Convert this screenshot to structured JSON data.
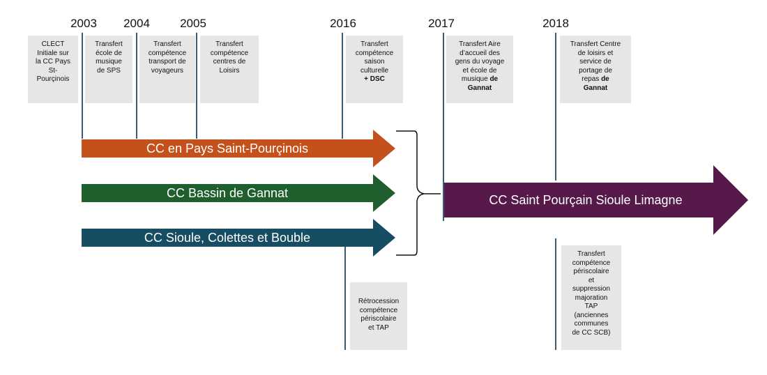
{
  "years": [
    {
      "id": "2003",
      "label": "2003"
    },
    {
      "id": "2004",
      "label": "2004"
    },
    {
      "id": "2005",
      "label": "2005"
    },
    {
      "id": "2016",
      "label": "2016"
    },
    {
      "id": "2017",
      "label": "2017"
    },
    {
      "id": "2018",
      "label": "2018"
    }
  ],
  "events": {
    "e2003": {
      "lines": [
        {
          "t": "CLECT"
        },
        {
          "t": "Initiale sur"
        },
        {
          "t": "la CC Pays"
        },
        {
          "t": "St-"
        },
        {
          "t": "Pourçinois"
        }
      ]
    },
    "e2004": {
      "lines": [
        {
          "t": "Transfert"
        },
        {
          "t": "école de"
        },
        {
          "t": "musique"
        },
        {
          "t": "de SPS"
        }
      ]
    },
    "e2005a": {
      "lines": [
        {
          "t": "Transfert"
        },
        {
          "t": "compétence"
        },
        {
          "t": "transport de"
        },
        {
          "t": "voyageurs"
        }
      ]
    },
    "e2005b": {
      "lines": [
        {
          "t": "Transfert"
        },
        {
          "t": "compétence"
        },
        {
          "t": "centres de"
        },
        {
          "t": "Loisirs"
        }
      ]
    },
    "e2016": {
      "lines": [
        {
          "t": "Transfert"
        },
        {
          "t": "compétence"
        },
        {
          "t": "saison"
        },
        {
          "t": "culturelle"
        },
        {
          "t": "+ DSC",
          "b": true
        }
      ]
    },
    "e2017": {
      "lines": [
        {
          "t": "Transfert Aire"
        },
        {
          "t": "d’accueil des"
        },
        {
          "t": "gens du voyage"
        },
        {
          "t": "et école de"
        },
        {
          "t": "musique "
        },
        {
          "t": "Gannat",
          "b": true
        }
      ]
    },
    "e2018": {
      "lines": [
        {
          "t": "Transfert Centre"
        },
        {
          "t": "de loisirs et"
        },
        {
          "t": "service de"
        },
        {
          "t": "portage de"
        },
        {
          "t": "repas "
        },
        {
          "t": "Gannat",
          "b": true
        }
      ]
    },
    "e2016_low": {
      "lines": [
        {
          "t": "Rétrocession"
        },
        {
          "t": "compétence"
        },
        {
          "t": "périscolaire"
        },
        {
          "t": "et TAP"
        }
      ]
    },
    "e2018_low": {
      "lines": [
        {
          "t": "Transfert"
        },
        {
          "t": "compétence"
        },
        {
          "t": "périscolaire"
        },
        {
          "t": "et"
        },
        {
          "t": "suppression"
        },
        {
          "t": "majoration"
        },
        {
          "t": "TAP"
        },
        {
          "t": "(anciennes"
        },
        {
          "t": "communes"
        },
        {
          "t": "de CC SCB)"
        }
      ]
    }
  },
  "bold_inline": {
    "e2017_de": "de",
    "e2018_de": "de"
  },
  "arrows": {
    "saint_pourcinois": {
      "label": "CC en Pays Saint-Pourçinois",
      "color": "#c4501b"
    },
    "gannat": {
      "label": "CC Bassin de Gannat",
      "color": "#1f5e2d"
    },
    "sioule": {
      "label": "CC Sioule, Colettes et Bouble",
      "color": "#164d63"
    },
    "merged": {
      "label": "CC Saint Pourçain Sioule Limagne",
      "color": "#57184a"
    }
  },
  "colors": {
    "timeline_line": "#3b5a73",
    "box_bg": "#e6e6e6",
    "brace": "#111111"
  }
}
